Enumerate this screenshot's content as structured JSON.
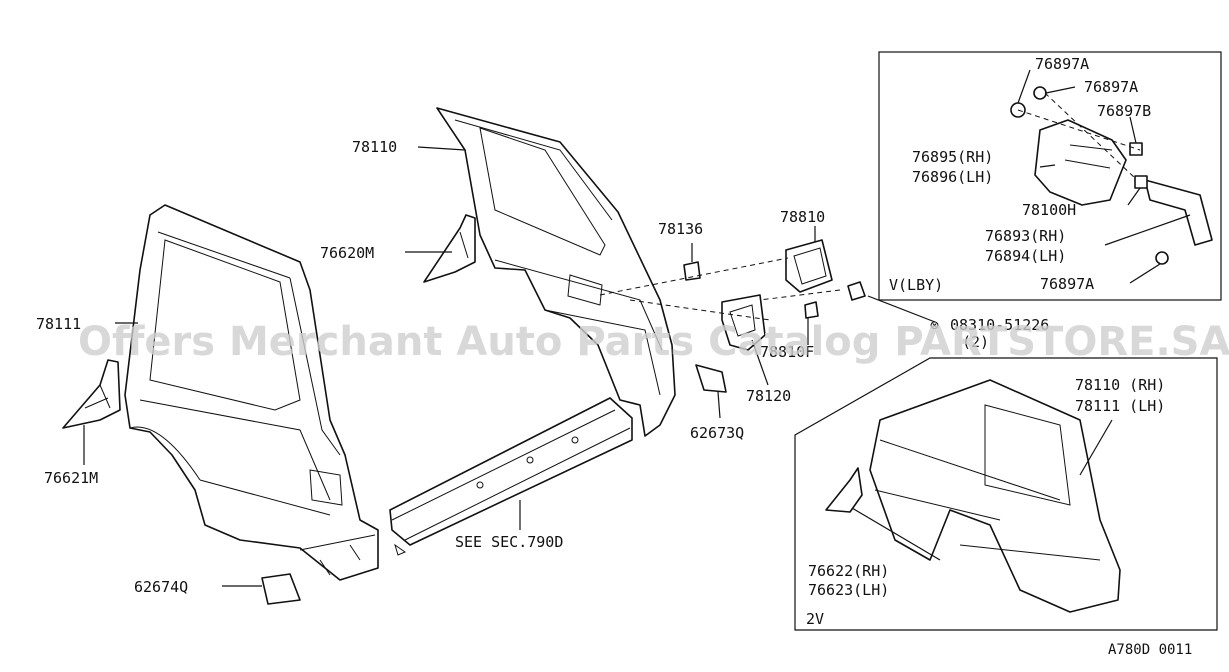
{
  "watermark": "Offers Merchant Auto Parts Catalog PARTSTORE.SA",
  "figure_code": "A780D 0011",
  "labels": {
    "p78110": "78110",
    "p76620M": "76620M",
    "p78111": "78111",
    "p76621M": "76621M",
    "p62674Q": "62674Q",
    "see_sec": "SEE SEC.790D",
    "p78136": "78136",
    "p78810": "78810",
    "p78810F": "78810F",
    "p78120": "78120",
    "p62673Q": "62673Q",
    "screw_num": "08310-51226",
    "screw_qty": "(2)"
  },
  "inset_vlby": {
    "title": "V(LBY)",
    "a1": "76897A",
    "a2": "76897A",
    "b": "76897B",
    "p76895": "76895(RH)",
    "p76896": "76896(LH)",
    "p78100H": "78100H",
    "p76893": "76893(RH)",
    "p76894": "76894(LH)",
    "a3": "76897A"
  },
  "inset_2v": {
    "title": "2V",
    "p78110rh": "78110 (RH)",
    "p78111lh": "78111 (LH)",
    "p76622": "76622(RH)",
    "p76623": "76623(LH)"
  }
}
